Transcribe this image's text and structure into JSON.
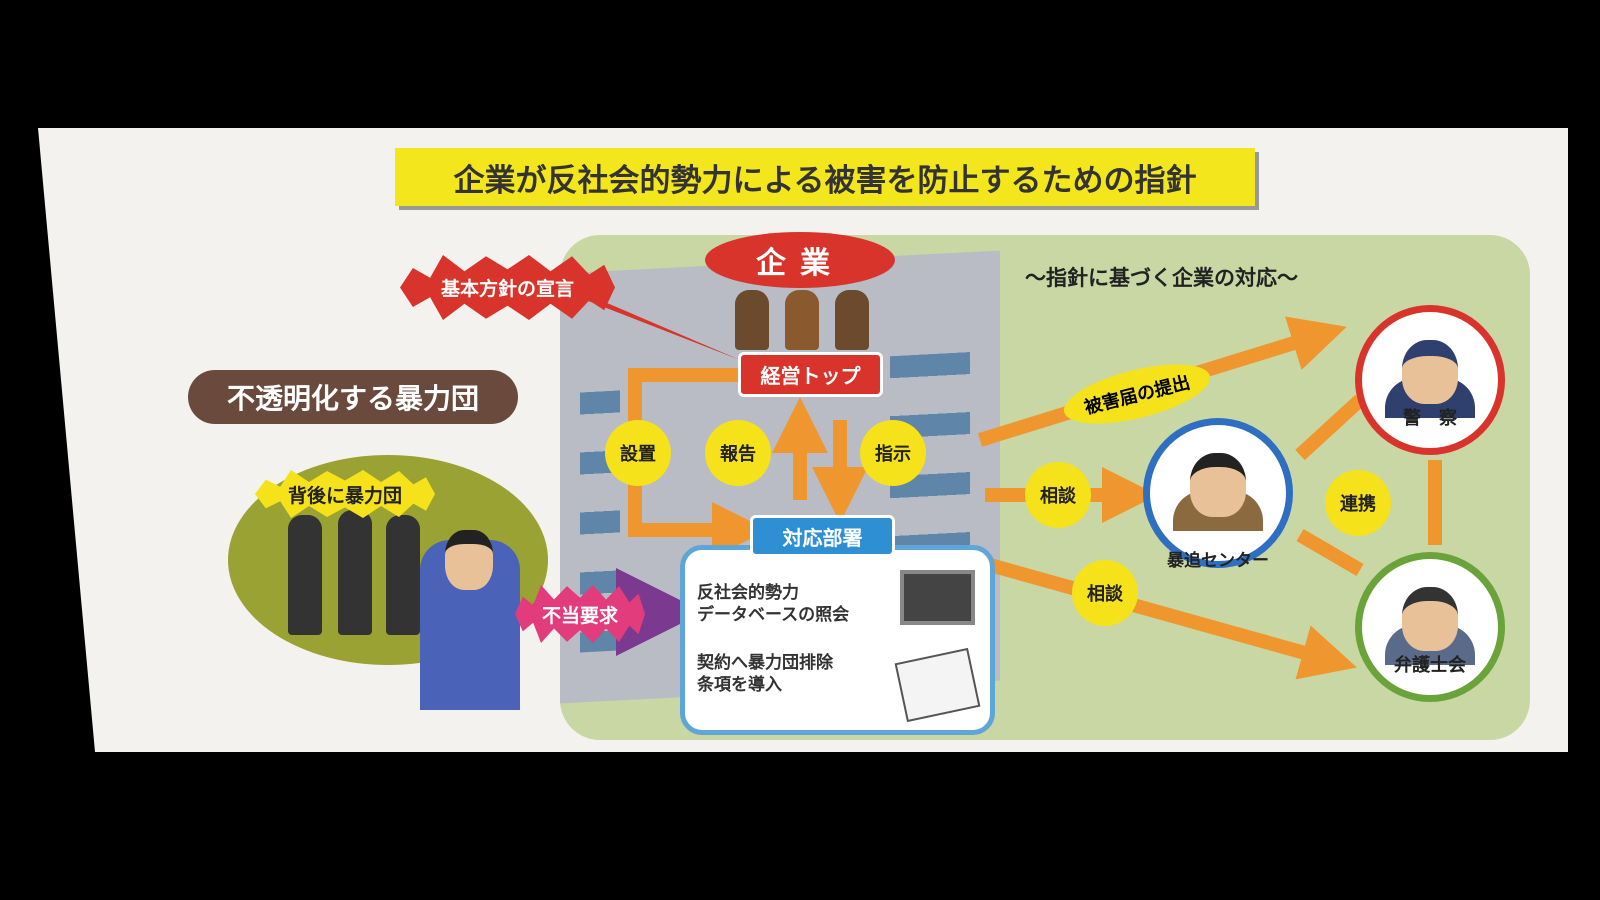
{
  "title": "企業が反社会的勢力による被害を防止するための指針",
  "left": {
    "heading": "不透明化する暴力団",
    "behind": "背後に暴力団",
    "demand": "不当要求"
  },
  "company": {
    "label": "企業",
    "declaration": "基本方針の宣言",
    "top_management": "経営トップ",
    "install": "設置",
    "report": "報告",
    "instruct": "指示",
    "department": "対応部署",
    "measures": [
      "反社会的勢力",
      "データベースの照会",
      "契約へ暴力団排除",
      "条項を導入"
    ]
  },
  "response": {
    "heading": "～指針に基づく企業の対応～",
    "damage_report": "被害届の提出",
    "consult_1": "相談",
    "consult_2": "相談",
    "cooperation": "連携",
    "police": "警　察",
    "center": "暴追センター",
    "bar": "弁護士会"
  },
  "colors": {
    "title_bg": "#f4e61c",
    "arrow": "#f0962e",
    "red": "#d8342b",
    "blue": "#2f8fd3",
    "green_area": "#c9d7a4"
  }
}
